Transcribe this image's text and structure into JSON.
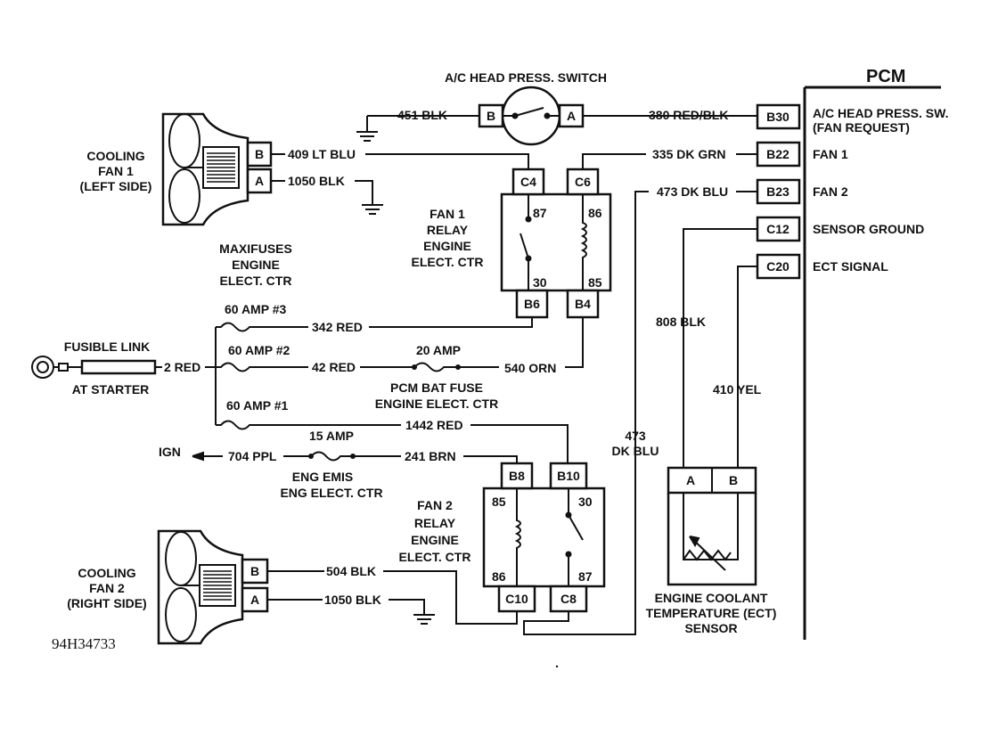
{
  "pcm": {
    "title": "PCM",
    "pins": [
      {
        "id": "B30",
        "label": "A/C HEAD PRESS. SW.",
        "sublabel": "(FAN REQUEST)"
      },
      {
        "id": "B22",
        "label": "FAN 1"
      },
      {
        "id": "B23",
        "label": "FAN 2"
      },
      {
        "id": "C12",
        "label": "SENSOR GROUND"
      },
      {
        "id": "C20",
        "label": "ECT SIGNAL"
      }
    ]
  },
  "ac_switch": {
    "title": "A/C HEAD PRESS. SWITCH",
    "pin_b": "B",
    "pin_a": "A"
  },
  "fan1": {
    "line1": "COOLING",
    "line2": "FAN 1",
    "line3": "(LEFT SIDE)",
    "pin_b": "B",
    "pin_a": "A"
  },
  "fan2": {
    "line1": "COOLING",
    "line2": "FAN 2",
    "line3": "(RIGHT SIDE)",
    "pin_b": "B",
    "pin_a": "A"
  },
  "relay1": {
    "label": [
      "FAN 1",
      "RELAY",
      "ENGINE",
      "ELECT. CTR"
    ],
    "connectors": {
      "top_left": "C4",
      "top_right": "C6",
      "bottom_left": "B6",
      "bottom_right": "B4"
    },
    "terminals": {
      "t87": "87",
      "t86": "86",
      "t30": "30",
      "t85": "85"
    }
  },
  "relay2": {
    "label": [
      "FAN 2",
      "RELAY",
      "ENGINE",
      "ELECT. CTR"
    ],
    "connectors": {
      "top_left": "B8",
      "top_right": "B10",
      "bottom_left": "C10",
      "bottom_right": "C8"
    },
    "terminals": {
      "t85": "85",
      "t30": "30",
      "t86": "86",
      "t87": "87"
    }
  },
  "maxifuses": {
    "label": [
      "MAXIFUSES",
      "ENGINE",
      "ELECT. CTR"
    ],
    "f3": "60 AMP #3",
    "f2": "60 AMP #2",
    "f1": "60 AMP #1"
  },
  "fusible_link": {
    "line1": "FUSIBLE LINK",
    "line2": "AT STARTER"
  },
  "pcm_bat_fuse": {
    "amp": "20 AMP",
    "line1": "PCM BAT FUSE",
    "line2": "ENGINE ELECT. CTR"
  },
  "eng_emis_fuse": {
    "amp": "15 AMP",
    "line1": "ENG EMIS",
    "line2": "ENG ELECT. CTR"
  },
  "ign": "IGN",
  "ect_sensor": {
    "pin_a": "A",
    "pin_b": "B",
    "line1": "ENGINE COOLANT",
    "line2": "TEMPERATURE (ECT)",
    "line3": "SENSOR"
  },
  "wires": {
    "w451": "451 BLK",
    "w380": "380 RED/BLK",
    "w409": "409 LT BLU",
    "w1050_top": "1050 BLK",
    "w335": "335 DK GRN",
    "w473": "473 DK BLU",
    "w342": "342 RED",
    "w42": "42 RED",
    "w2": "2 RED",
    "w540": "540 ORN",
    "w1442": "1442 RED",
    "w704": "704 PPL",
    "w241": "241 BRN",
    "w504": "504 BLK",
    "w1050_bottom": "1050 BLK",
    "w808": "808 BLK",
    "w410": "410 YEL",
    "w473_vert_1": "473",
    "w473_vert_2": "DK BLU"
  },
  "figure_id": "94H34733"
}
